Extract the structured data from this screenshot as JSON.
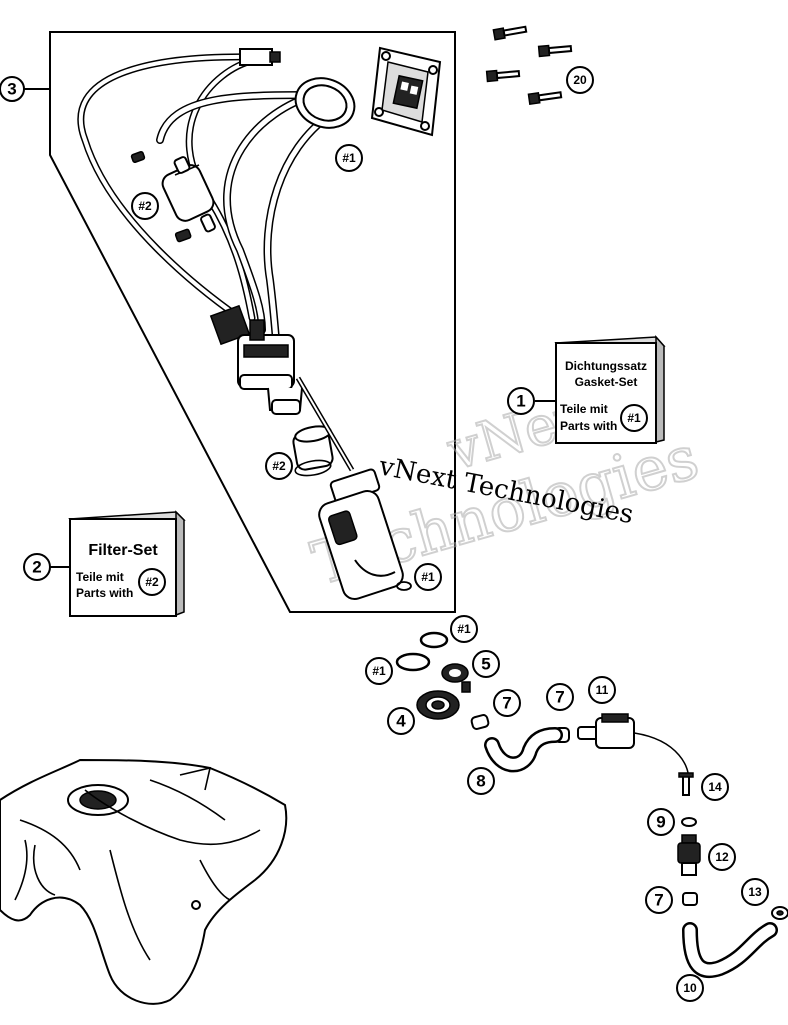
{
  "callouts": {
    "c1": "1",
    "c2": "2",
    "c3": "3",
    "c4": "4",
    "c5": "5",
    "c7": "7",
    "c8": "8",
    "c9": "9",
    "c10": "10",
    "c11": "11",
    "c12": "12",
    "c13": "13",
    "c14": "14",
    "c20": "20"
  },
  "refs": {
    "r1": "#1",
    "r2": "#2"
  },
  "gasket_box": {
    "line1": "Dichtungssatz",
    "line2": "Gasket-Set",
    "line3": "Teile mit",
    "line4": "Parts with",
    "ref": "#1"
  },
  "filter_box": {
    "title": "Filter-Set",
    "line1": "Teile mit",
    "line2": "Parts with",
    "ref": "#2"
  },
  "watermark": {
    "text1": "vNext Technologies",
    "text2": "vNext",
    "text3": "Technologies"
  }
}
